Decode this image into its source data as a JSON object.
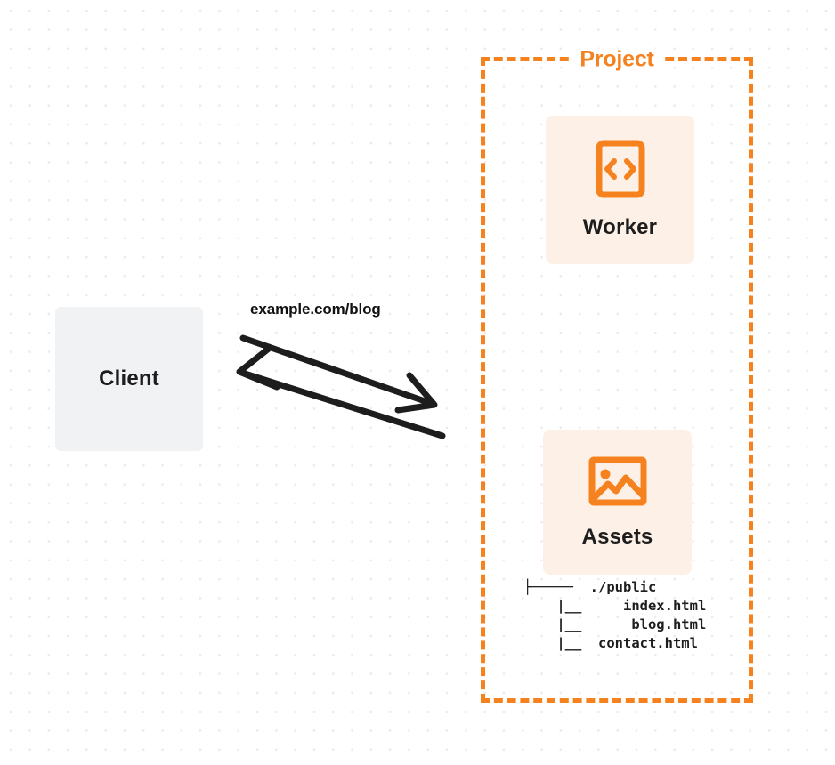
{
  "diagram": {
    "type": "architecture-flow",
    "title": "Worker and Assets project request flow"
  },
  "client": {
    "label": "Client",
    "bg_color": "#f1f2f4"
  },
  "connection": {
    "label": "example.com/blog",
    "request_direction": "client-to-project",
    "response_direction": "project-to-client",
    "line_color": "#1d1d1d"
  },
  "project": {
    "title": "Project",
    "border_color": "#f6821f",
    "border_style": "dashed",
    "cards": [
      {
        "label": "Worker",
        "icon": "code-brackets-icon",
        "bg_color": "#fdf1e7",
        "icon_color": "#f6821f"
      },
      {
        "label": "Assets",
        "icon": "image-picture-icon",
        "bg_color": "#fdf1e7",
        "icon_color": "#f6821f"
      }
    ],
    "file_tree": {
      "lines": [
        "├─────  ./public",
        "    |__     index.html",
        "    |__      blog.html",
        "    |__  contact.html"
      ],
      "text": "├─────  ./public\n    |__     index.html\n    |__      blog.html\n    |__  contact.html",
      "root": "./public",
      "files": [
        "index.html",
        "blog.html",
        "contact.html"
      ]
    }
  },
  "theme": {
    "accent": "#f6821f",
    "card_bg": "#fdf1e7",
    "text": "#1d1d1d",
    "dot_grid": "#ebebeb",
    "page_bg": "#ffffff"
  }
}
